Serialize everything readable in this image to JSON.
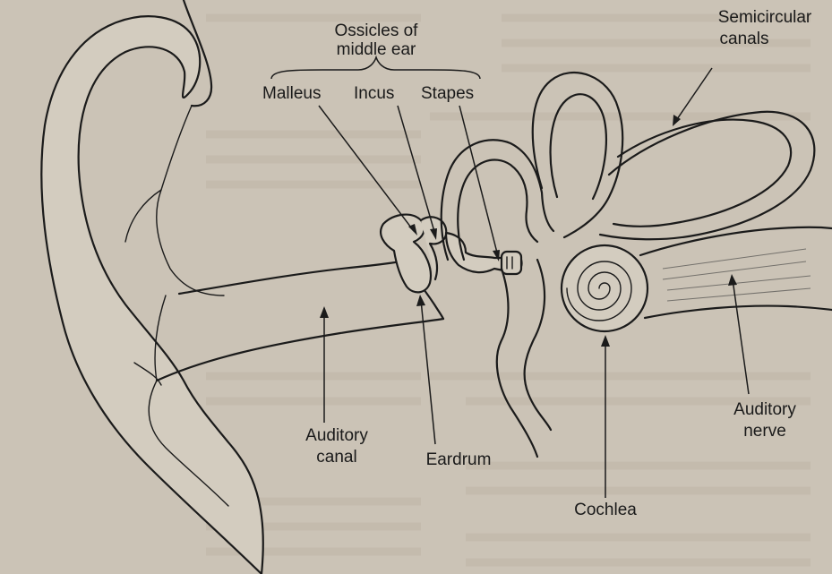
{
  "labels": {
    "ossicles": [
      "Ossicles of",
      "middle ear"
    ],
    "malleus": "Malleus",
    "incus": "Incus",
    "stapes": "Stapes",
    "semicircular_canals": [
      "Semicircular",
      "canals"
    ],
    "auditory_canal": [
      "Auditory",
      "canal"
    ],
    "eardrum": "Eardrum",
    "cochlea": "Cochlea",
    "auditory_nerve": [
      "Auditory",
      "nerve"
    ]
  },
  "colors": {
    "paper": "#cbc3b6",
    "ink": "#1b1b1b"
  }
}
